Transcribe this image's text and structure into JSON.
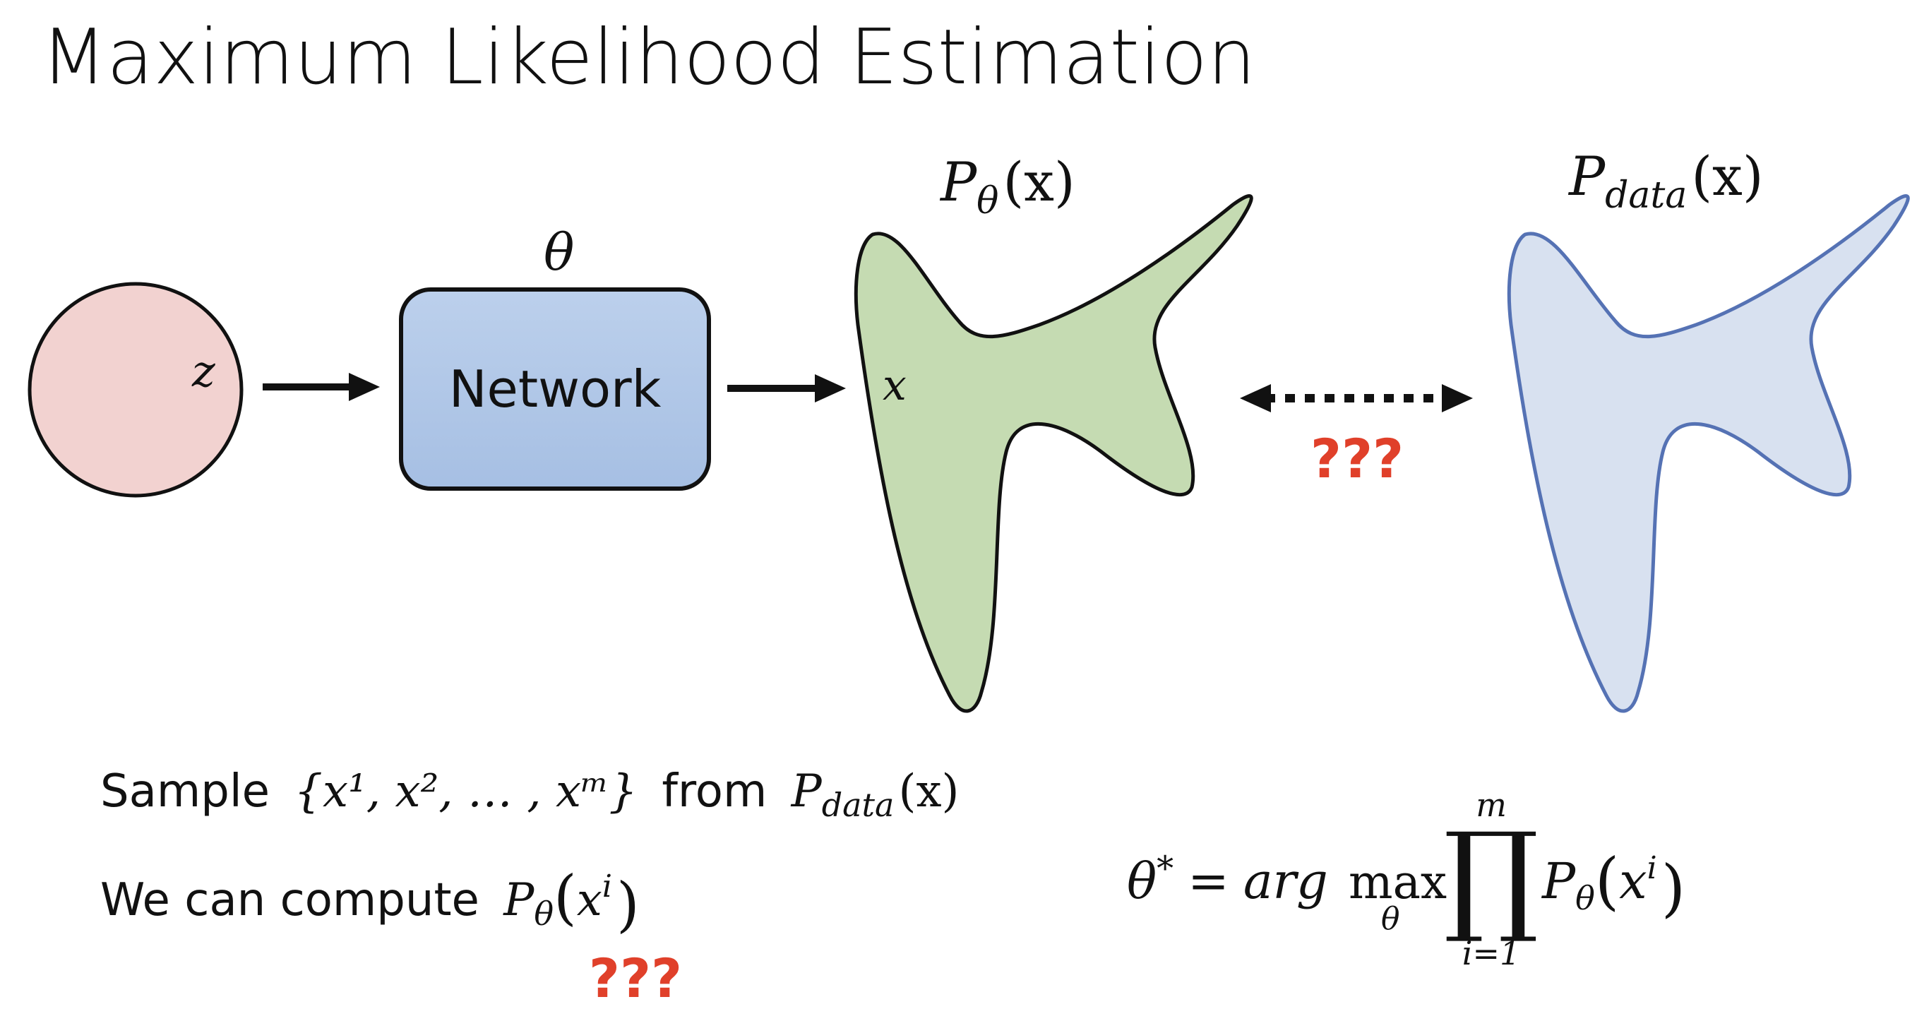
{
  "slide": {
    "title": "Maximum Likelihood Estimation"
  },
  "diagram": {
    "latent_var": "z",
    "theta_symbol": "θ",
    "network_label": "Network",
    "sample_x_label": "x",
    "model_dist": {
      "symbol": "P",
      "subscript": "θ",
      "arg": "(x)"
    },
    "data_dist": {
      "symbol": "P",
      "subscript": "data",
      "arg": "(x)"
    },
    "comparison_unknown": "???"
  },
  "text": {
    "sample_prefix": "Sample",
    "sample_set": "{x¹, x², … , xᵐ}",
    "sample_from": "from",
    "sample_dist": {
      "symbol": "P",
      "subscript": "data",
      "arg": "(x)"
    },
    "compute_prefix": "We can compute",
    "compute_expr": {
      "symbol": "P",
      "subscript": "θ",
      "open": "(",
      "base": "x",
      "superscript": "i",
      "close": ")"
    },
    "compute_unknown": "???"
  },
  "formula": {
    "lhs": "θ",
    "lhs_sup": "*",
    "equals": "=",
    "arg": "arg",
    "max": "max",
    "max_sub": "θ",
    "prod": "∏",
    "prod_top": "m",
    "prod_bottom": "i=1",
    "term_symbol": "P",
    "term_subscript": "θ",
    "term_open": "(",
    "term_base": "x",
    "term_sup": "i",
    "term_close": ")"
  },
  "colors": {
    "latent_fill": "#f2d2d0",
    "network_fill": "#b3c8e6",
    "model_fill": "#c5dbb2",
    "data_fill": "#d8e1f0",
    "data_stroke": "#5572b4",
    "unknown_text": "#e0402a",
    "stroke": "#111111"
  }
}
